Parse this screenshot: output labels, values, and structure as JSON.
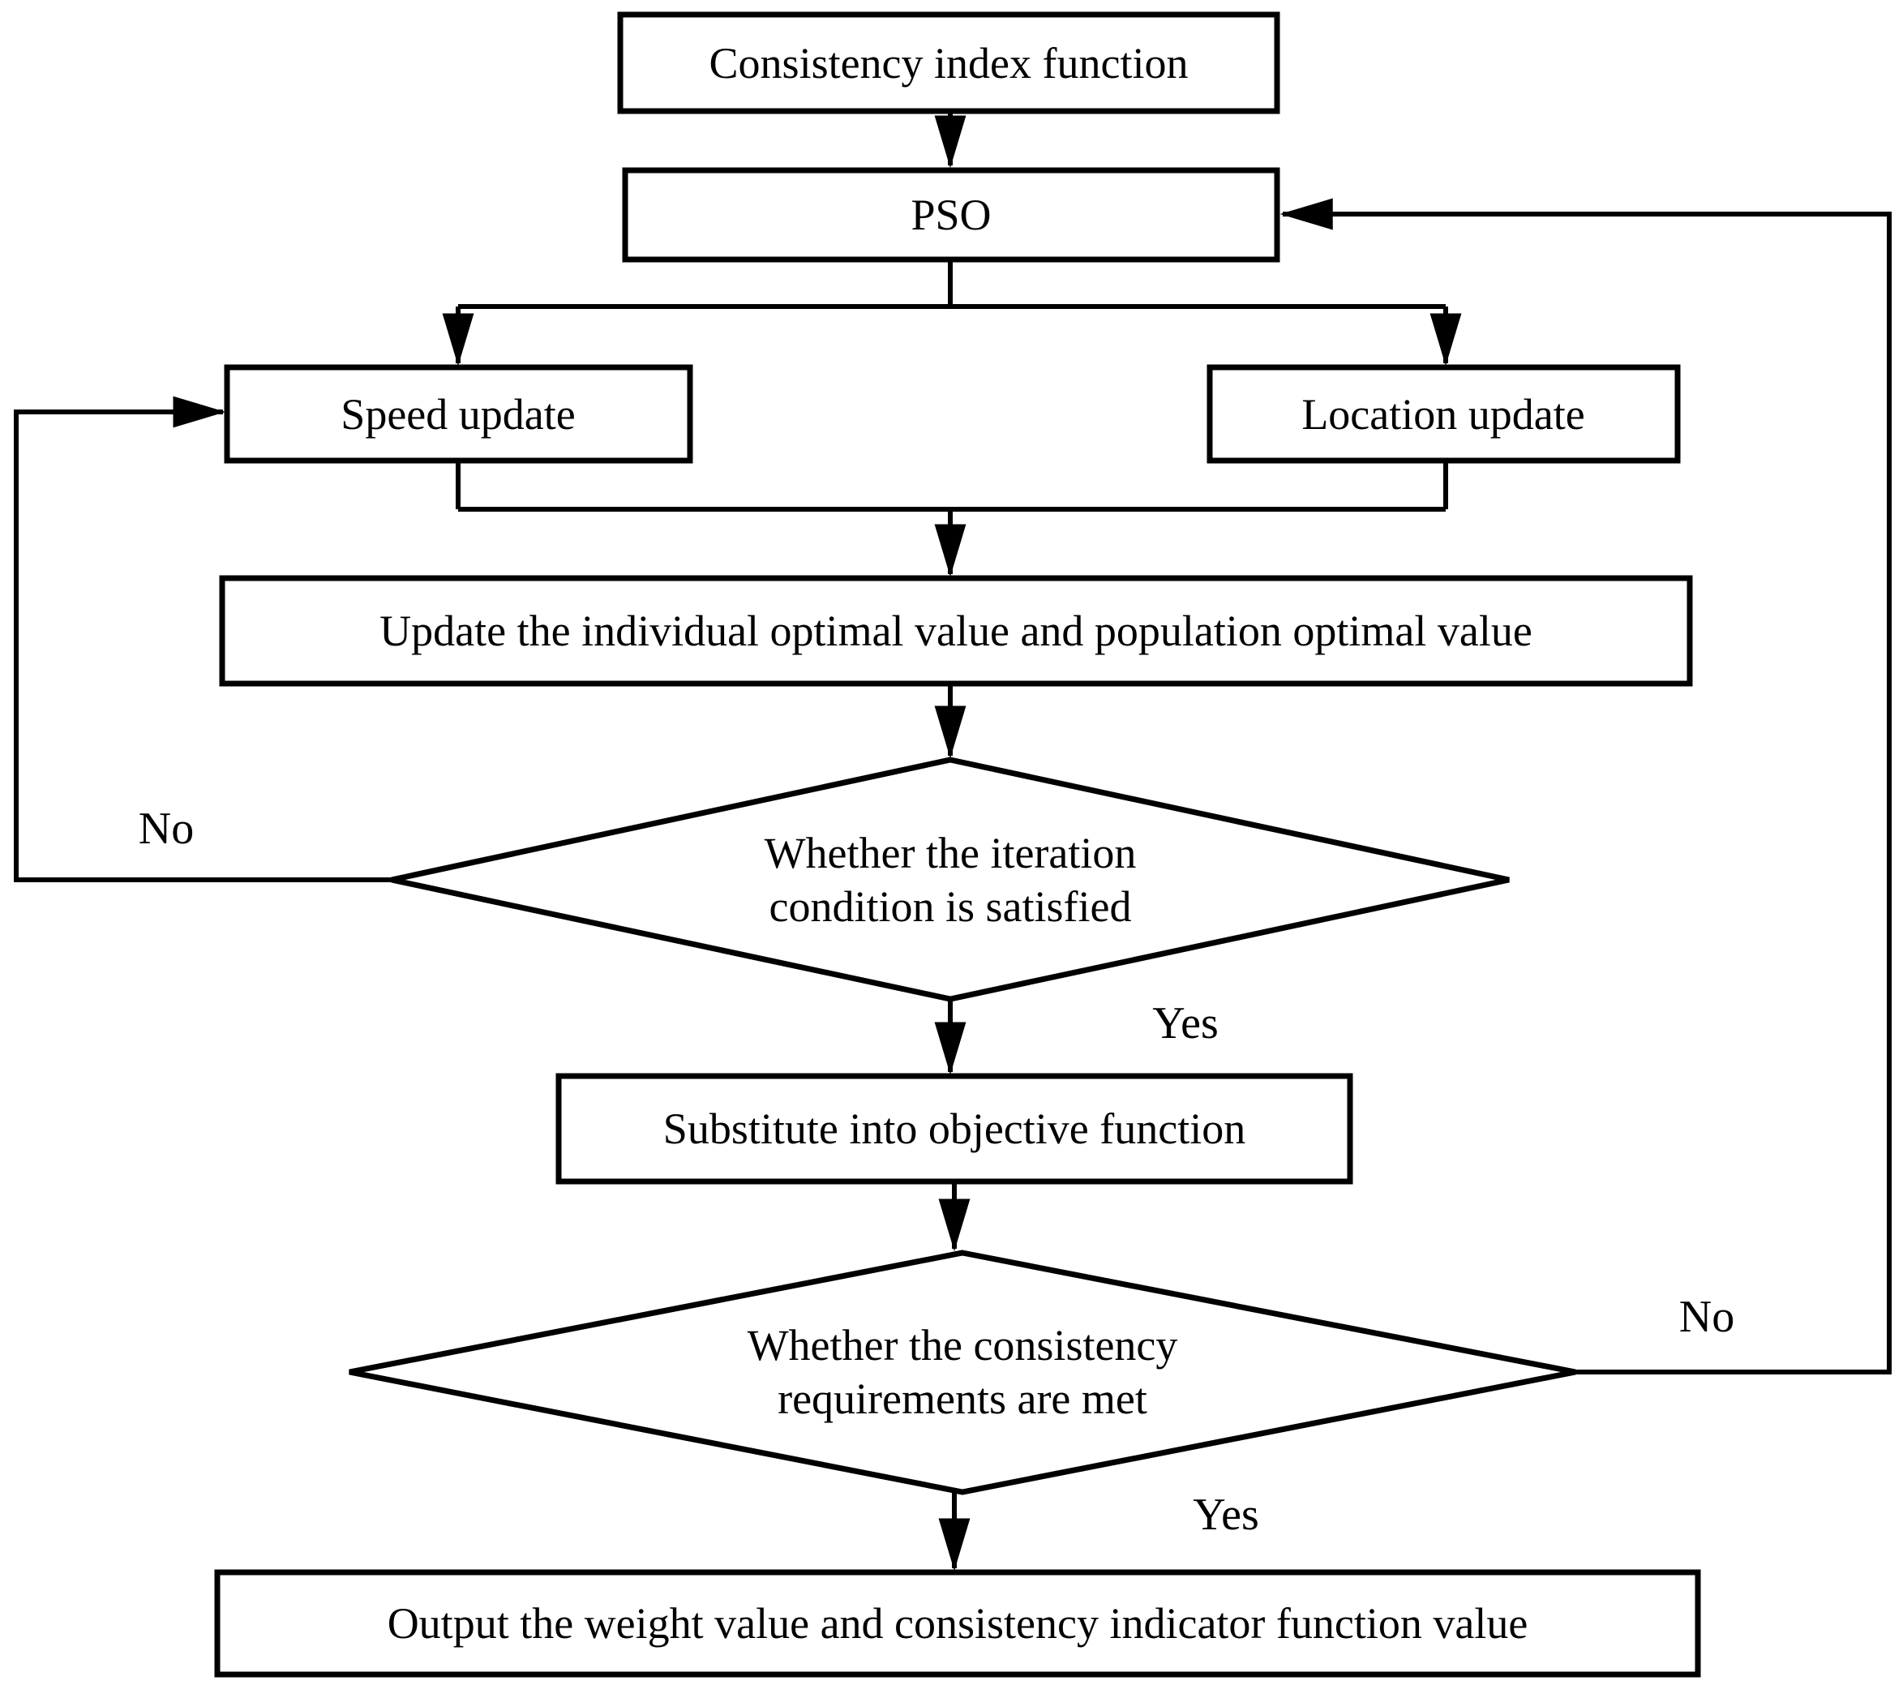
{
  "nodes": {
    "consistency_index": {
      "label": "Consistency index function"
    },
    "pso": {
      "label": "PSO"
    },
    "speed_update": {
      "label": "Speed update"
    },
    "location_update": {
      "label": "Location update"
    },
    "update_optimal": {
      "label": "Update the individual optimal value and population optimal value"
    },
    "iteration_decision": {
      "line1": "Whether the iteration",
      "line2": "condition is satisfied"
    },
    "substitute_objective": {
      "label": "Substitute into objective function"
    },
    "consistency_decision": {
      "line1": "Whether the consistency",
      "line2": "requirements are met"
    },
    "output_result": {
      "label": "Output the weight value and consistency indicator function value"
    }
  },
  "edge_labels": {
    "iteration_no": "No",
    "iteration_yes": "Yes",
    "consistency_no": "No",
    "consistency_yes": "Yes"
  },
  "colors": {
    "line": "#000000",
    "fill": "#ffffff",
    "text": "#000000"
  }
}
